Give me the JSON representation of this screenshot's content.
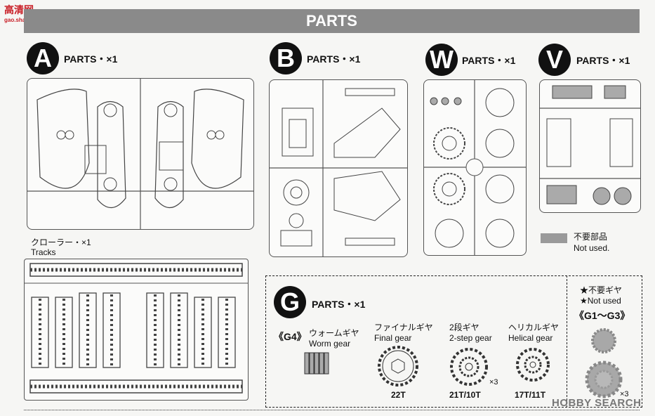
{
  "site_logo": {
    "text": "高清网",
    "url_text": "gao.shan.com"
  },
  "header": {
    "title": "PARTS"
  },
  "parts": {
    "A": {
      "letter": "A",
      "count": "PARTS・×1"
    },
    "B": {
      "letter": "B",
      "count": "PARTS・×1"
    },
    "W": {
      "letter": "W",
      "count": "PARTS・×1"
    },
    "V": {
      "letter": "V",
      "count": "PARTS・×1"
    },
    "G": {
      "letter": "G",
      "count": "PARTS・×1"
    }
  },
  "tracks": {
    "jp": "クローラー・×1",
    "en": "Tracks"
  },
  "legend": {
    "jp": "不要部品",
    "en": "Not used.",
    "swatch_color": "#9a9a9a"
  },
  "gears": {
    "g4": {
      "code": "《G4》",
      "jp": "ウォームギヤ",
      "en": "Worm gear"
    },
    "final": {
      "jp": "ファイナルギヤ",
      "en": "Final gear",
      "teeth": "22T"
    },
    "two_step": {
      "jp": "2段ギヤ",
      "en": "2-step gear",
      "teeth": "21T/10T",
      "qty": "×3"
    },
    "helical": {
      "jp": "ヘリカルギヤ",
      "en": "Helical gear",
      "teeth": "17T/11T"
    },
    "unused": {
      "jp": "★不要ギヤ",
      "en": "★Not used",
      "code": "《G1〜G3》",
      "qty": "×3"
    }
  },
  "watermark": {
    "text": "HOBBY SEARCH"
  }
}
